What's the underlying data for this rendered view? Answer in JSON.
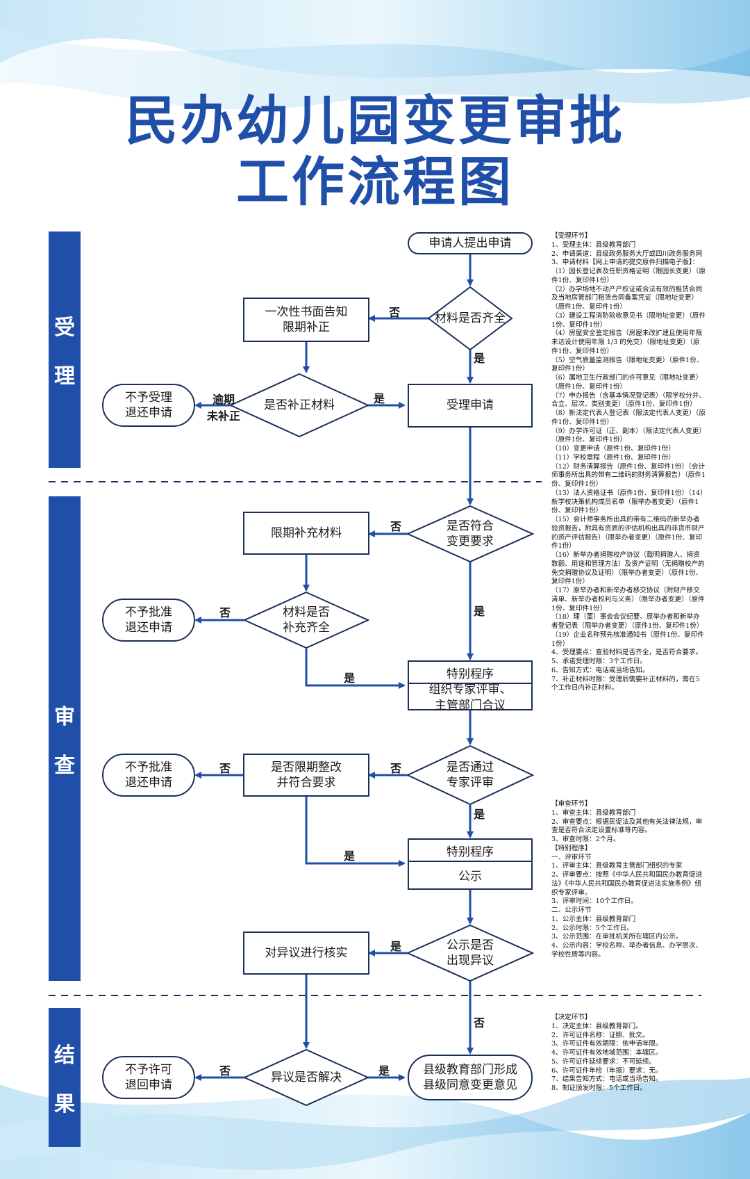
{
  "title_line1": "民办幼儿园变更审批",
  "title_line2": "工作流程图",
  "phases": {
    "shouli": [
      "受",
      "理"
    ],
    "shencha": [
      "审",
      "查"
    ],
    "jieguo": [
      "结",
      "果"
    ]
  },
  "nodes": {
    "apply": "申请人提出申请",
    "complete_q": "材料是否齐全",
    "notify": "一次性书面告知\n限期补正",
    "corrected_q": "是否补正材料",
    "reject_accept": "不予受理\n退还申请",
    "accept": "受理申请",
    "meets_q": "是否符合\n变更要求",
    "supplement": "限期补充材料",
    "supp_complete_q": "材料是否\n补充齐全",
    "reject_approve1": "不予批准\n退还申请",
    "special1_head": "特别程序",
    "special1_body": "组织专家评审、\n主管部门合议",
    "passed_q": "是否通过\n专家评审",
    "rectify_q": "是否限期整改\n并符合要求",
    "reject_approve2": "不予批准\n退还申请",
    "special2_head": "特别程序",
    "special2_body": "公示",
    "objection_q": "公示是否\n出现异议",
    "verify": "对异议进行核实",
    "resolved_q": "异议是否解决",
    "reject_permit": "不予许可\n退回申请",
    "final": "县级教育部门形成\n县级同意变更意见"
  },
  "labels": {
    "no1": "否",
    "yes1": "是",
    "overdue1": "逾期",
    "overdue2": "未补正",
    "yes2": "是",
    "no2": "否",
    "yes3": "是",
    "no3": "否",
    "yes4": "是",
    "no4": "否",
    "no5": "否",
    "yes5": "是",
    "yes6": "是",
    "yes7": "是",
    "no6": "否",
    "no7": "否",
    "yes8": "是"
  },
  "notes_accept": [
    "【受理环节】",
    "1、受理主体：县级教育部门",
    "2、申请渠道：县级政务服务大厅或四川政务服务网",
    "3、申请材料【网上申请的提交原件扫描电子版】：",
    "（1）园长登记表及任职资格证明（限园长变更）（原件1份、复印件1份）",
    "（2）办学场地不动产产权证或合法有效的租赁合同及当地房管部门租赁合同备案凭证（限地址变更）（原件1份、复印件1份）",
    "（3）建设工程消防验收意见书（限地址变更）（原件1份、复印件1份）",
    "（4）房屋安全鉴定报告（房屋未改扩建且使用年限未达设计使用年限 1/3 的免交）（限地址变更）（原件1份、复印件1份）",
    "（5）空气质量监测报告（限地址变更）（原件1份、复印件1份）",
    "（6）属地卫生行政部门的许可意见（限地址变更）（原件1份、复印件1份）",
    "（7）申办报告（含基本情况登记表）（限学校分并、合立、层次、类别变更）（原件1份、复印件1份）",
    "（8）新法定代表人登记表（限法定代表人变更）（原件1份、复印件1份）",
    "（9）办学许可证（正、副本）（限法定代表人变更）（原件1份、复印件1份）",
    "（10）变更申请（原件1份、复印件1份）",
    "（11）学校章程（原件1份、复印件1份）",
    "（12）财务清算报告（原件1份、复印件1份）（会计师事务所出具的带有二维码的财务清算报告）（原件1份、复印件1份）",
    "（13）法人资格证书（原件1份、复印件1份）（14）新学校决策机构成员名单（限举办者变更）（原件1份、复印件1份）",
    "（15）会计师事务所出具的带有二维码的新举办者验资报告，附具有资质的评估机构出具的非货币财产的资产评估报告）（限举办者变更）（原件1份、复印件1份）",
    "（16）新举办者捐赠校产协议（载明捐赠人、捐资数额、用途和管理方法）及资产证明（无捐赠校产的免交捐赠协议及证明）（限举办者变更）（原件1份、复印件1份）",
    "（17）原举办者和新举办者移交协议（附财产移交清单、新举办者权利与义务）（限举办者变更）（原件1份、复印件1份）",
    "（18）理（董）事会会议纪要、原举办者和新举办者登记表（限举办者变更）（原件1份、复印件1份）",
    "（19）企业名称预先核准通知书（原件1份、复印件1份）",
    "4、受理要点：查验材料是否齐全，是否符合要求。",
    "5、承诺受理时限：3个工作日。",
    "6、告知方式：电话或当场告知。",
    "7、补正材料时限：受理后需要补正材料的，需在5个工作日内补正材料。"
  ],
  "notes_review": [
    "【审查环节】",
    "1、审查主体：县级教育部门",
    "2、审查要点：根据民促法及其他有关法律法规，审查是否符合法定设置标准等内容。",
    "3、审查时限：2个月。",
    "【特别程序】",
    "一、评审环节",
    "1、评审主体：县级教育主管部门组织的专家",
    "2、评审要点：按照《中华人民共和国民办教育促进法》《中华人民共和国民办教育促进法实施条例》组织专家评审。",
    "3、评审时间：10个工作日。",
    "二、公示环节",
    "1、公示主体：县级教育部门",
    "2、公示时限：5个工作日。",
    "3、公示范围：在审批机关所在辖区内公示。",
    "4、公示内容：学校名称、举办者信息、办学层次、学校性质等内容。"
  ],
  "notes_decision": [
    "【决定环节】",
    "1、决定主体：县级教育部门。",
    "2、许可证件名称：证照、批文。",
    "3、许可证件有效期限：依申请年限。",
    "4、许可证件有效地域范围：本辖区。",
    "5、许可证件延续要求：不可延续。",
    "6、许可证件年检（年报）要求：无。",
    "7、结果告知方式：电话或当场告知。",
    "8、制证颁发时限：5个工作日。"
  ],
  "colors": {
    "primary": "#1f4fa8",
    "line": "#1a2f5a",
    "arrow": "#1f4fa8"
  }
}
